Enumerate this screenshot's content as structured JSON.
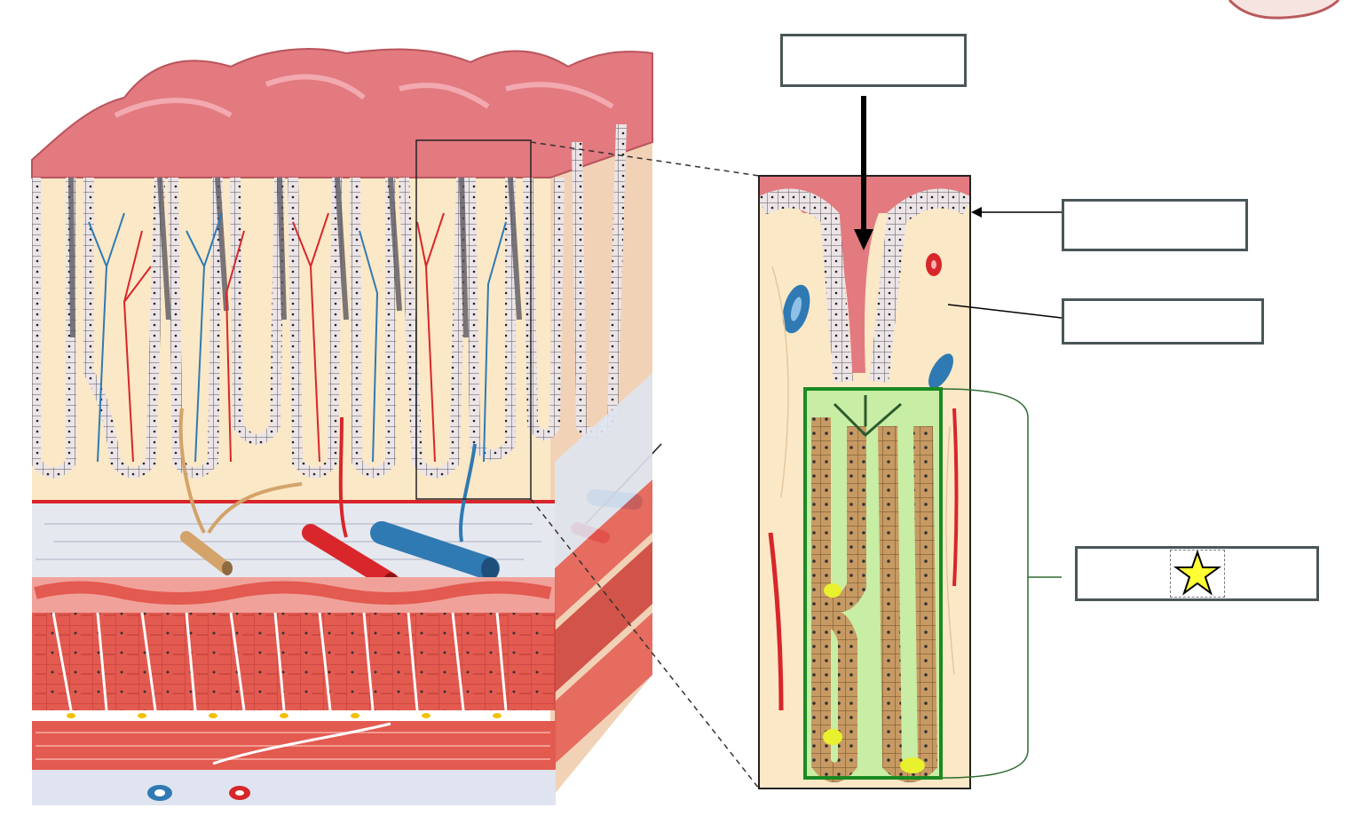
{
  "diagram": {
    "labels": [
      {
        "id": "label-top",
        "text": ""
      },
      {
        "id": "label-right-1",
        "text": ""
      },
      {
        "id": "label-right-2",
        "text": ""
      },
      {
        "id": "label-star",
        "text": "",
        "marker": "star-icon"
      }
    ],
    "colors": {
      "mucosa": "#e27a80",
      "lamina_propria": "#fbe8c6",
      "epithelium": "#ece4e6",
      "artery": "#d8262b",
      "vein": "#2f7ab3",
      "nerve": "#d3a36a",
      "submucosa": "#e6e8ef",
      "muscle": "#e35a50",
      "muscle_dark": "#cc3d36",
      "gland_highlight": "#b7ef9a",
      "gland_border": "#1b8a22",
      "bracket": "#2f6b2f",
      "box_border": "#4a5658",
      "star_fill": "#ffff33"
    }
  }
}
